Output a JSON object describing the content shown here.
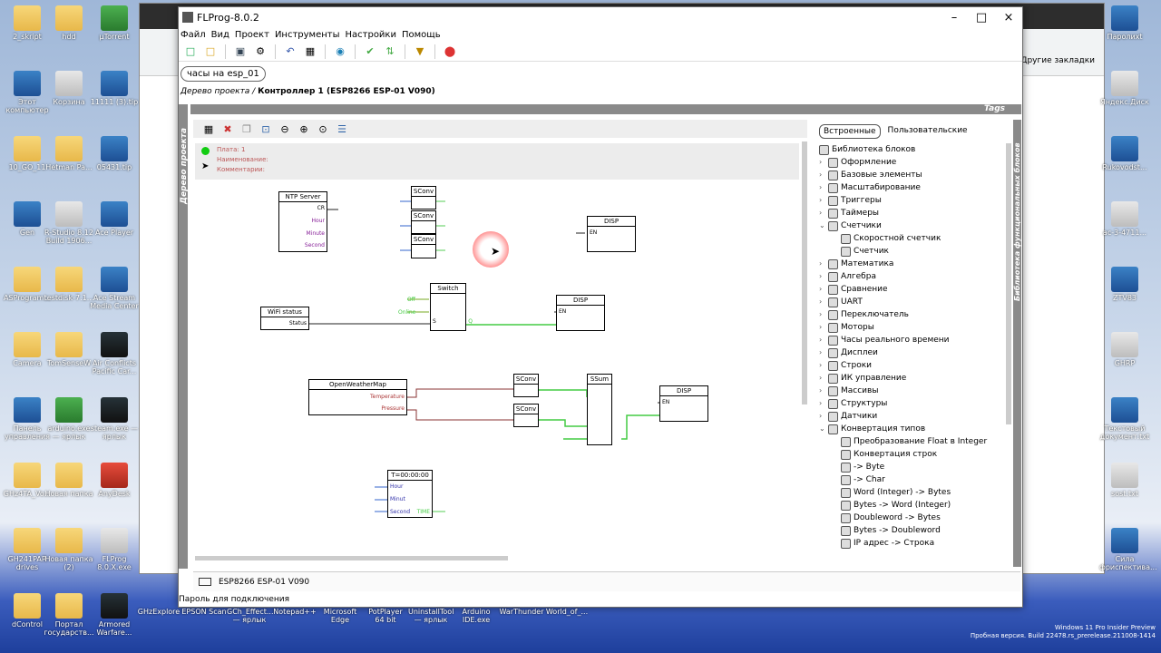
{
  "window": {
    "title": "FLProg-8.0.2"
  },
  "menu": [
    "Файл",
    "Вид",
    "Проект",
    "Инструменты",
    "Настройки",
    "Помощь"
  ],
  "project_tab": "часы на esp_01",
  "breadcrumb": {
    "path": "Дерево проекта /",
    "current": "Контроллер 1 (ESP8266 ESP-01 V090)"
  },
  "side_labels": {
    "left": "Дерево проекта",
    "right": "Библиотека функциональных блоков",
    "tags": "Tags"
  },
  "board_info": {
    "board": "Плата: 1",
    "name": "Наименование:",
    "comment": "Комментарии:"
  },
  "blocks": {
    "ntp": {
      "title": "NTP Server",
      "ports": [
        "CR",
        "Hour",
        "Minute",
        "Second"
      ]
    },
    "sconv1": "SConv",
    "sconv2": "SConv",
    "sconv3": "SConv",
    "disp1": {
      "title": "DISP",
      "en": "EN"
    },
    "switch": {
      "title": "Switch",
      "in1": "Off",
      "in2": "Online",
      "in3": "S",
      "out": "Q"
    },
    "wifi": {
      "title": "WiFi status",
      "port": "Status"
    },
    "disp2": {
      "title": "DISP",
      "en": "EN"
    },
    "owm": {
      "title": "OpenWeatherMap",
      "p1": "Temperature",
      "p2": "Pressure"
    },
    "sconv4": "SConv",
    "sconv5": "SConv",
    "ssum": {
      "title": "SSum"
    },
    "disp3": {
      "title": "DISP",
      "en": "EN"
    },
    "timer": {
      "title": "T=00:00:00",
      "p1": "Hour",
      "p2": "Minut",
      "p3": "Second",
      "out": "TIME"
    }
  },
  "library": {
    "tabs": [
      "Встроенные",
      "Пользовательские"
    ],
    "root": "Библиотека блоков",
    "items": [
      "Оформление",
      "Базовые элементы",
      "Масштабирование",
      "Триггеры",
      "Таймеры",
      "Счетчики",
      "Математика",
      "Алгебра",
      "Сравнение",
      "UART",
      "Переключатель",
      "Моторы",
      "Часы реального времени",
      "Дисплеи",
      "Строки",
      "ИК управление",
      "Массивы",
      "Структуры",
      "Датчики",
      "Конвертация типов"
    ],
    "counters_children": [
      "Скоростной счетчик",
      "Счетчик"
    ],
    "convert_children": [
      "Преобразование Float в Integer",
      "Конвертация строк",
      "-> Byte",
      "-> Char",
      "Word (Integer) -> Bytes",
      "Bytes -> Word (Integer)",
      "Doubleword -> Bytes",
      "Bytes -> Doubleword",
      "IP адрес -> Строка"
    ]
  },
  "status": {
    "controller": "ESP8266 ESP-01 V090",
    "bottom": "Пароль для подключения"
  },
  "desktop": {
    "left_icons": [
      "2_skript",
      "Этот компьютер",
      "10_GO_11",
      "Gen",
      "ASProgram...",
      "Camera",
      "Панель управления",
      "GHz4TA_Vo...",
      "GH241PAR drives",
      "dControl"
    ],
    "col2_icons": [
      "hdd",
      "Корзина",
      "Hetman Pa...",
      "R-Studio 8.12 Build 1906...",
      "testdisk-7.1...",
      "TomSenseW",
      "arduino.exe — ярлык",
      "Новая папка",
      "Новая папка (2)",
      "Портал государств..."
    ],
    "col3_icons": [
      "µTorrent",
      "11111 (3).tip",
      "05431.tip",
      "Ace Player",
      "Ace Stream Media Center",
      "Air Conflicts Pacific Car...",
      "steam.exe — ярлык",
      "AnyDesk",
      "FLProg 8.0.X.exe",
      "Armored Warfare..."
    ],
    "right_icons": [
      "Паролиxt",
      "Яндекс.Диск",
      "Rukovodst...",
      "ac-3-4711...",
      "ZTV83",
      "GHRP",
      "Текстовый документ.txt",
      "sost.txt",
      "Сила фриспектива..."
    ],
    "browser_bookmarks": "Другие закладки",
    "taskbar_labels": [
      "GHzExplore",
      "EPSON Scan",
      "GCh_Effect... — ярлык",
      "Notepad++",
      "Microsoft Edge",
      "PotPlayer 64 bit",
      "UninstallTool — ярлык",
      "Arduino IDE.exe",
      "WarThunder",
      "World_of_..."
    ],
    "watermark1": "Windows 11 Pro Insider Preview",
    "watermark2": "Пробная версия. Build 22478.rs_prerelease.211008-1414"
  }
}
